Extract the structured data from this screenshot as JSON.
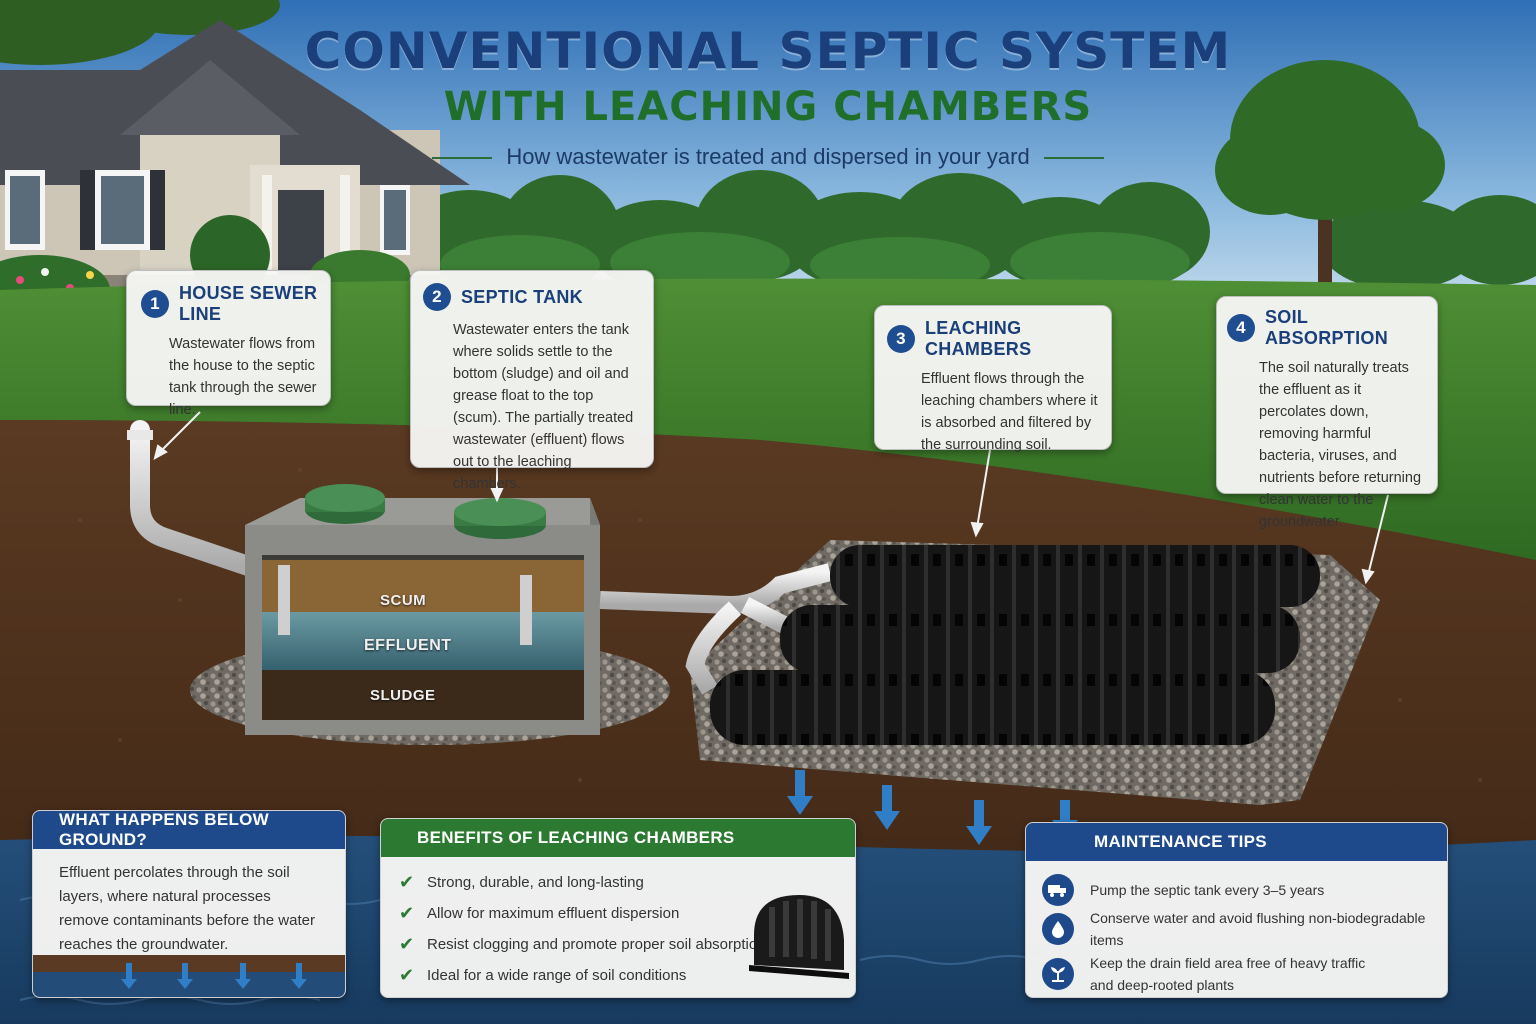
{
  "header": {
    "title": "CONVENTIONAL SEPTIC SYSTEM",
    "title2": "WITH LEACHING CHAMBERS",
    "subtitle": "How wastewater is treated and dispersed in your yard"
  },
  "steps": [
    {
      "num": "1",
      "title": "HOUSE SEWER LINE",
      "text": "Wastewater flows from the house to the septic tank through the sewer line."
    },
    {
      "num": "2",
      "title": "SEPTIC TANK",
      "text": "Wastewater enters the tank where solids settle to the bottom (sludge) and oil and grease float to the top (scum). The partially treated wastewater (effluent) flows out to the leaching chambers."
    },
    {
      "num": "3",
      "title": "LEACHING CHAMBERS",
      "text": "Effluent flows through the leaching chambers where it is absorbed and filtered by the surrounding soil."
    },
    {
      "num": "4",
      "title": "SOIL ABSORPTION",
      "text": "The soil naturally treats the effluent as it percolates down, removing harmful bacteria, viruses, and nutrients before returning clean water to the groundwater."
    }
  ],
  "tank_layers": {
    "scum": "SCUM",
    "effluent": "EFFLUENT",
    "sludge": "SLUDGE"
  },
  "below": {
    "title": "WHAT HAPPENS BELOW GROUND?",
    "text": "Effluent percolates through the soil layers, where natural processes remove contaminants before the water reaches the groundwater."
  },
  "benefits": {
    "title": "BENEFITS OF LEACHING CHAMBERS",
    "items": [
      "Strong, durable, and long-lasting",
      "Allow for maximum effluent dispersion",
      "Resist clogging and promote proper soil absorption",
      "Ideal for a wide range of soil conditions"
    ]
  },
  "maintenance": {
    "title": "MAINTENANCE TIPS",
    "items": [
      {
        "icon": "truck-icon",
        "text": "Pump the septic tank every 3–5 years"
      },
      {
        "icon": "water-drop-icon",
        "text": "Conserve water and avoid flushing non-biodegradable items"
      },
      {
        "icon": "plant-icon",
        "text": "Keep the drain field area free of heavy traffic and deep-rooted plants"
      }
    ]
  },
  "colors": {
    "navy": "#1e4a8c",
    "green": "#2c7a31",
    "soil": "#4a2e1c",
    "water": "#2a5a8a"
  }
}
